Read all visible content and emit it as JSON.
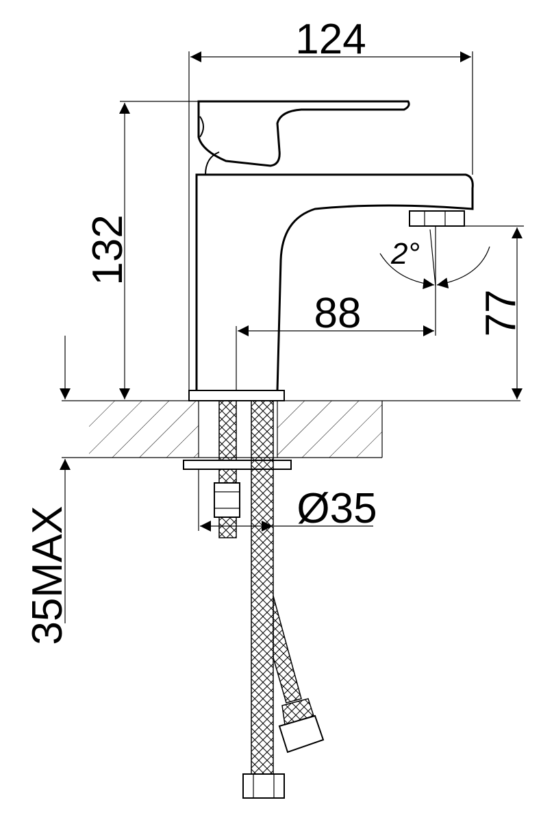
{
  "drawing": {
    "title": "Basin faucet dimension drawing",
    "dimensions": {
      "overall_length": "124",
      "overall_height": "132",
      "spout_reach": "88",
      "spout_height": "77",
      "spout_angle": "2°",
      "hole_diameter": "Ø35",
      "max_counter_thickness": "35MAX"
    }
  }
}
